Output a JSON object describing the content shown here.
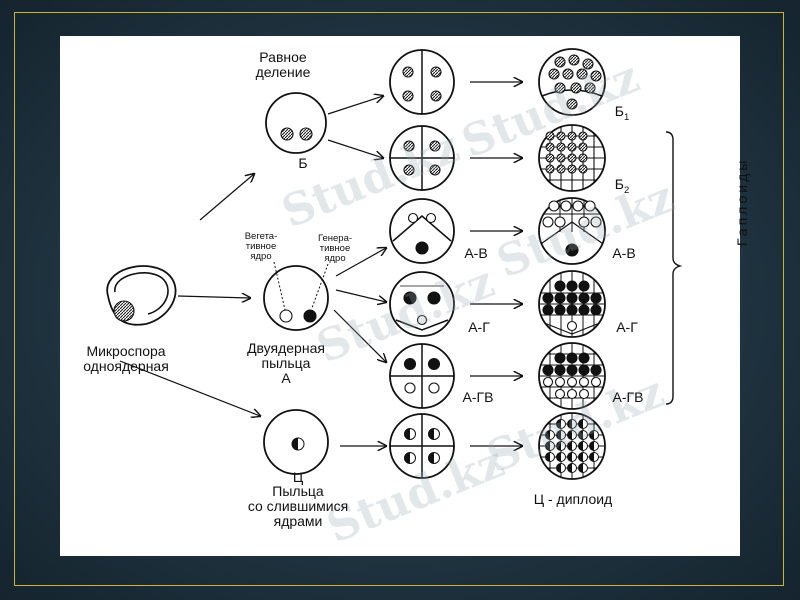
{
  "labels": {
    "equal_division_line1": "Равное",
    "equal_division_line2": "деление",
    "b": "Б",
    "b1": "Б",
    "b1_sub": "1",
    "b2": "Б",
    "b2_sub": "2",
    "vegetative_line1": "Вегета-",
    "vegetative_line2": "тивное",
    "vegetative_line3": "ядро",
    "generative_line1": "Генера-",
    "generative_line2": "тивное",
    "generative_line3": "ядро",
    "microspore_line1": "Микроспора",
    "microspore_line2": "одноядерная",
    "binuclear_line1": "Двуядерная",
    "binuclear_line2": "пыльца",
    "a": "А",
    "av_mid": "А-В",
    "ag_mid": "А-Г",
    "agv_mid": "А-ГВ",
    "av_right": "А-В",
    "ag_right": "А-Г",
    "agv_right": "А-ГВ",
    "ts": "Ц",
    "fused_line1": "Пыльца",
    "fused_line2": "со слившимися",
    "fused_line3": "ядрами",
    "ts_diploid": "Ц - диплоид",
    "haploids": "Гаплоиды"
  },
  "watermark": "Stud.kz",
  "colors": {
    "border": "#c9b43a",
    "background": "#1f3340",
    "ink": "#111111"
  }
}
